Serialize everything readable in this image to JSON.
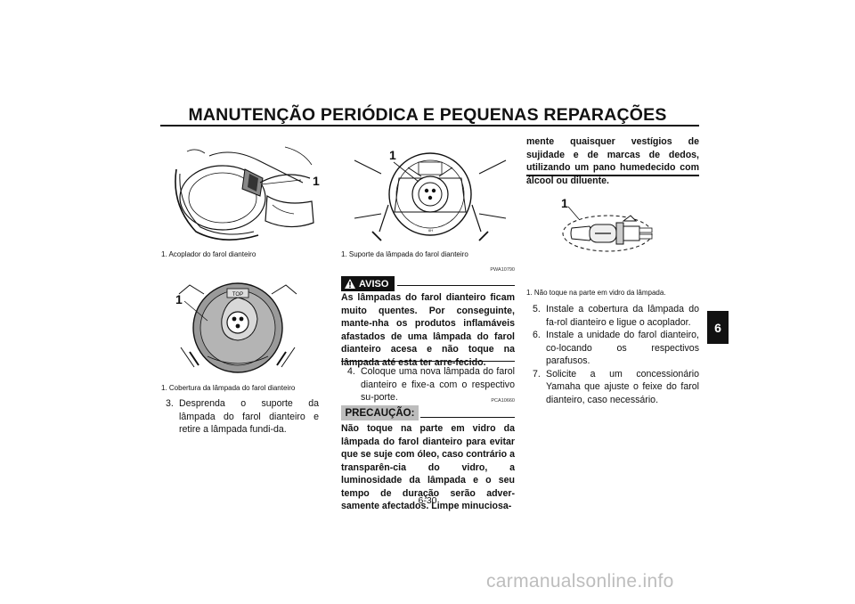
{
  "header": {
    "title": "MANUTENÇÃO PERIÓDICA E PEQUENAS REPARAÇÕES",
    "chapter": "6"
  },
  "figures": {
    "fig1": {
      "callout": "1",
      "caption": "1. Acoplador do farol dianteiro"
    },
    "fig2": {
      "callout": "1",
      "caption": "1. Cobertura da lâmpada do farol dianteiro",
      "top_label": "TOP"
    },
    "fig3": {
      "callout": "1",
      "caption": "1. Suporte da lâmpada do farol dianteiro"
    },
    "fig4": {
      "callout": "1",
      "caption": "1. Não toque na parte em vidro da lâmpada."
    }
  },
  "left_column": {
    "step3_num": "3.",
    "step3_text": "Desprenda o suporte da lâmpada do farol dianteiro e retire a lâmpada fundi-da."
  },
  "middle_column": {
    "aviso_code": "PWA10790",
    "aviso_label": "AVISO",
    "aviso_text": "As lâmpadas do farol dianteiro ficam muito quentes. Por conseguinte, mante-nha os produtos inflamáveis afastados de uma lâmpada do farol dianteiro acesa e não toque na lâmpada até esta ter arre-fecido.",
    "step4_num": "4.",
    "step4_text": "Coloque uma nova lâmpada do farol dianteiro e fixe-a com o respectivo su-porte.",
    "caution_code": "PCA10660",
    "caution_label": "PRECAUÇÃO:",
    "caution_text": "Não toque na parte em vidro da lâmpada do farol dianteiro para evitar que se suje com óleo, caso contrário a transparên-cia do vidro, a luminosidade da lâmpada e o seu tempo de duração serão adver-samente afectados. Limpe minuciosa-"
  },
  "right_column": {
    "caution_cont": "mente quaisquer vestígios de sujidade e de marcas de dedos, utilizando um pano humedecido com álcool ou diluente.",
    "steps": [
      {
        "num": "5.",
        "text": "Instale a cobertura da lâmpada do fa-rol dianteiro e ligue o acoplador."
      },
      {
        "num": "6.",
        "text": "Instale a unidade do farol dianteiro, co-locando os respectivos parafusos."
      },
      {
        "num": "7.",
        "text": "Solicite a um concessionário Yamaha que ajuste o feixe do farol dianteiro, caso necessário."
      }
    ]
  },
  "page_number": "6-30",
  "watermark": "carmanualsonline.info"
}
